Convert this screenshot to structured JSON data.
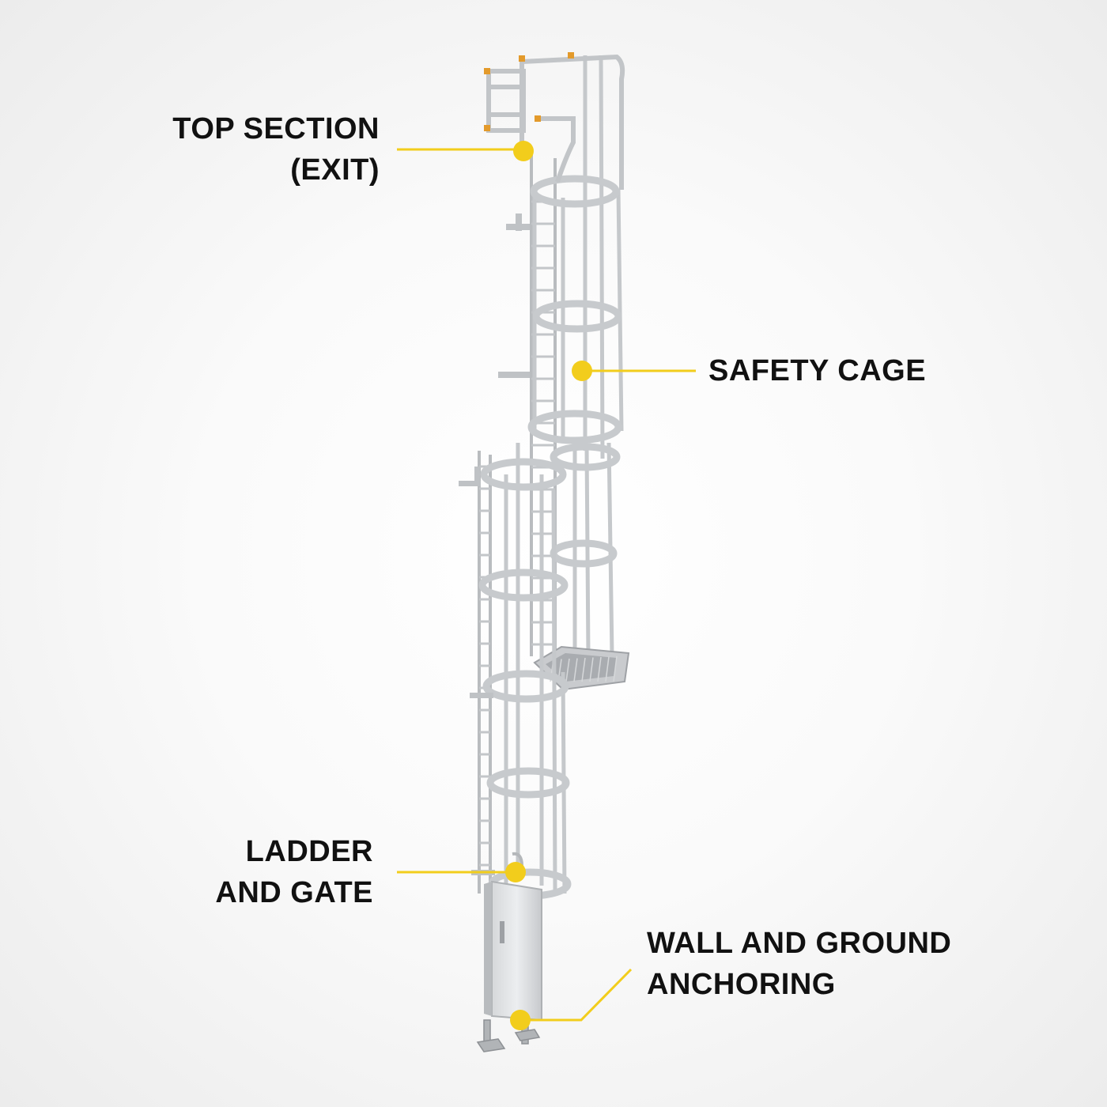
{
  "callouts": {
    "top_section": {
      "line1": "TOP SECTION",
      "line2": "(EXIT)"
    },
    "safety_cage": {
      "line1": "SAFETY CAGE"
    },
    "ladder_gate": {
      "line1": "LADDER",
      "line2": "AND GATE"
    },
    "anchoring": {
      "line1": "WALL AND GROUND",
      "line2": "ANCHORING"
    }
  },
  "colors": {
    "accent": "#f2cd1c",
    "label_text": "#111111",
    "metal": "#c9cbce",
    "metal_dark": "#8e9195",
    "hinge_orange": "#e39a2b"
  }
}
